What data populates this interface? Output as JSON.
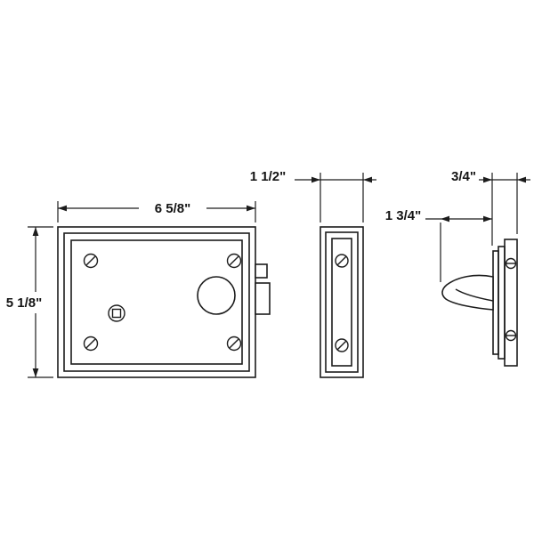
{
  "colors": {
    "line": "#1c1c1c",
    "background": "#ffffff"
  },
  "dimensions": {
    "front_width": "6 5/8\"",
    "front_height": "5 1/8\"",
    "side_width": "1 1/2\"",
    "latch_projection": "1 3/4\"",
    "plate_depth": "3/4\""
  }
}
